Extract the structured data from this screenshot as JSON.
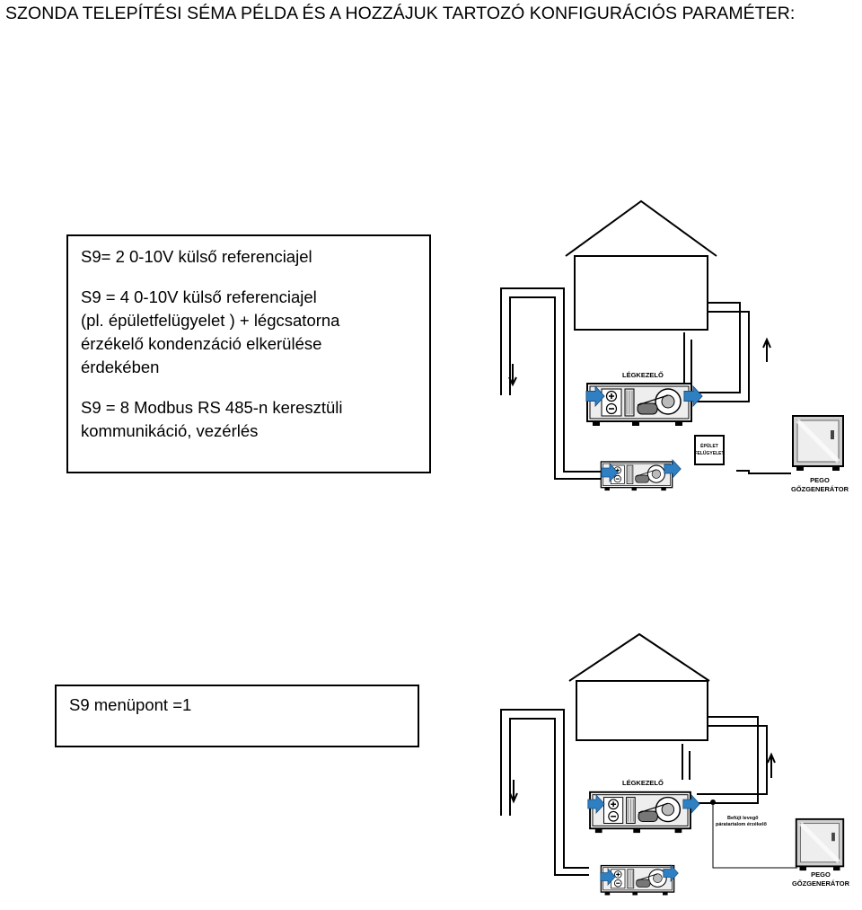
{
  "page": {
    "title": "SZONDA TELEPÍTÉSI  SÉMA PÉLDA ÉS A HOZZÁJUK TARTOZÓ  KONFIGURÁCIÓS PARAMÉTER:"
  },
  "config_box_1": {
    "line1": "S9= 2  0-10V külső referenciajel",
    "line2": "S9 = 4  0-10V külső referenciajel",
    "line3": "(pl. épületfelügyelet ) + légcsatorna",
    "line4": "érzékelő kondenzáció elkerülése",
    "line5": "érdekében",
    "line6": "S9 = 8  Modbus RS 485-n keresztüli",
    "line7": "kommunikáció, vezérlés"
  },
  "config_box_2": {
    "line1": "S9 menüpont =1"
  },
  "diagram_1": {
    "air_handler_label": "LÉGKEZELŐ",
    "bms_label_line1": "ÉPÜLET",
    "bms_label_line2": "FELÜGYELET",
    "generator_label_line1": "PEGO",
    "generator_label_line2": "GŐZGENERÁTOR"
  },
  "diagram_2": {
    "air_handler_label": "LÉGKEZELŐ",
    "sensor_label_line1": "Befújt levegő",
    "sensor_label_line2": "páratartalom érzékelő",
    "generator_label_line1": "PEGO",
    "generator_label_line2": "GŐZGENERÁTOR"
  },
  "colors": {
    "airflow_arrow": "#2f7fc3",
    "line": "#000000"
  },
  "icons": [
    "airflow-arrow-icon",
    "fan-motor-icon",
    "steam-generator-icon",
    "house-icon"
  ]
}
